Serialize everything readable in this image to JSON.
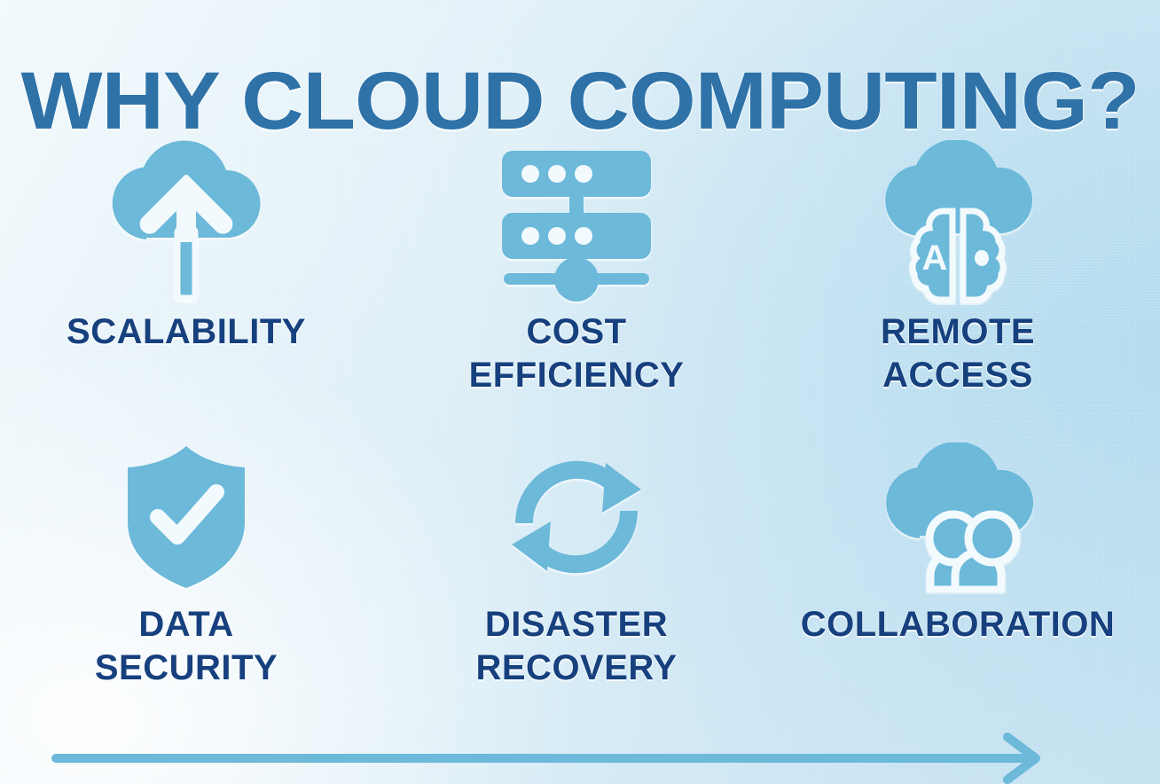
{
  "poster": {
    "title": "WHY CLOUD COMPUTING?",
    "title_color": "#2e72a8",
    "label_color": "#16407e",
    "icon_color": "#6cb9da",
    "icon_cutout_color": "#f2fafd",
    "background_colors": [
      "#f3fafc",
      "#cfe7f4",
      "#c8e3f1"
    ]
  },
  "benefits": [
    {
      "id": "scalability",
      "label": "SCALABILITY",
      "icon": "cloud-upload-arrow-icon",
      "row": 1,
      "column": 1
    },
    {
      "id": "cost-efficiency",
      "label": "COST\nEFFICIENCY",
      "icon": "server-rack-icon",
      "row": 1,
      "column": 2
    },
    {
      "id": "remote-access",
      "label": "REMOTE\nACCESS",
      "icon": "cloud-brain-icon",
      "row": 1,
      "column": 3
    },
    {
      "id": "data-security",
      "label": "DATA\nSECURITY",
      "icon": "shield-check-icon",
      "row": 2,
      "column": 1
    },
    {
      "id": "disaster-recovery",
      "label": "DISASTER\nRECOVERY",
      "icon": "circular-arrows-sync-icon",
      "row": 2,
      "column": 2
    },
    {
      "id": "collaboration",
      "label": "COLLABORATION",
      "icon": "cloud-two-users-icon",
      "row": 2,
      "column": 3
    }
  ],
  "brain_icon": {
    "letter": "A"
  },
  "footer": {
    "arrow": "right-arrow-line-icon"
  }
}
